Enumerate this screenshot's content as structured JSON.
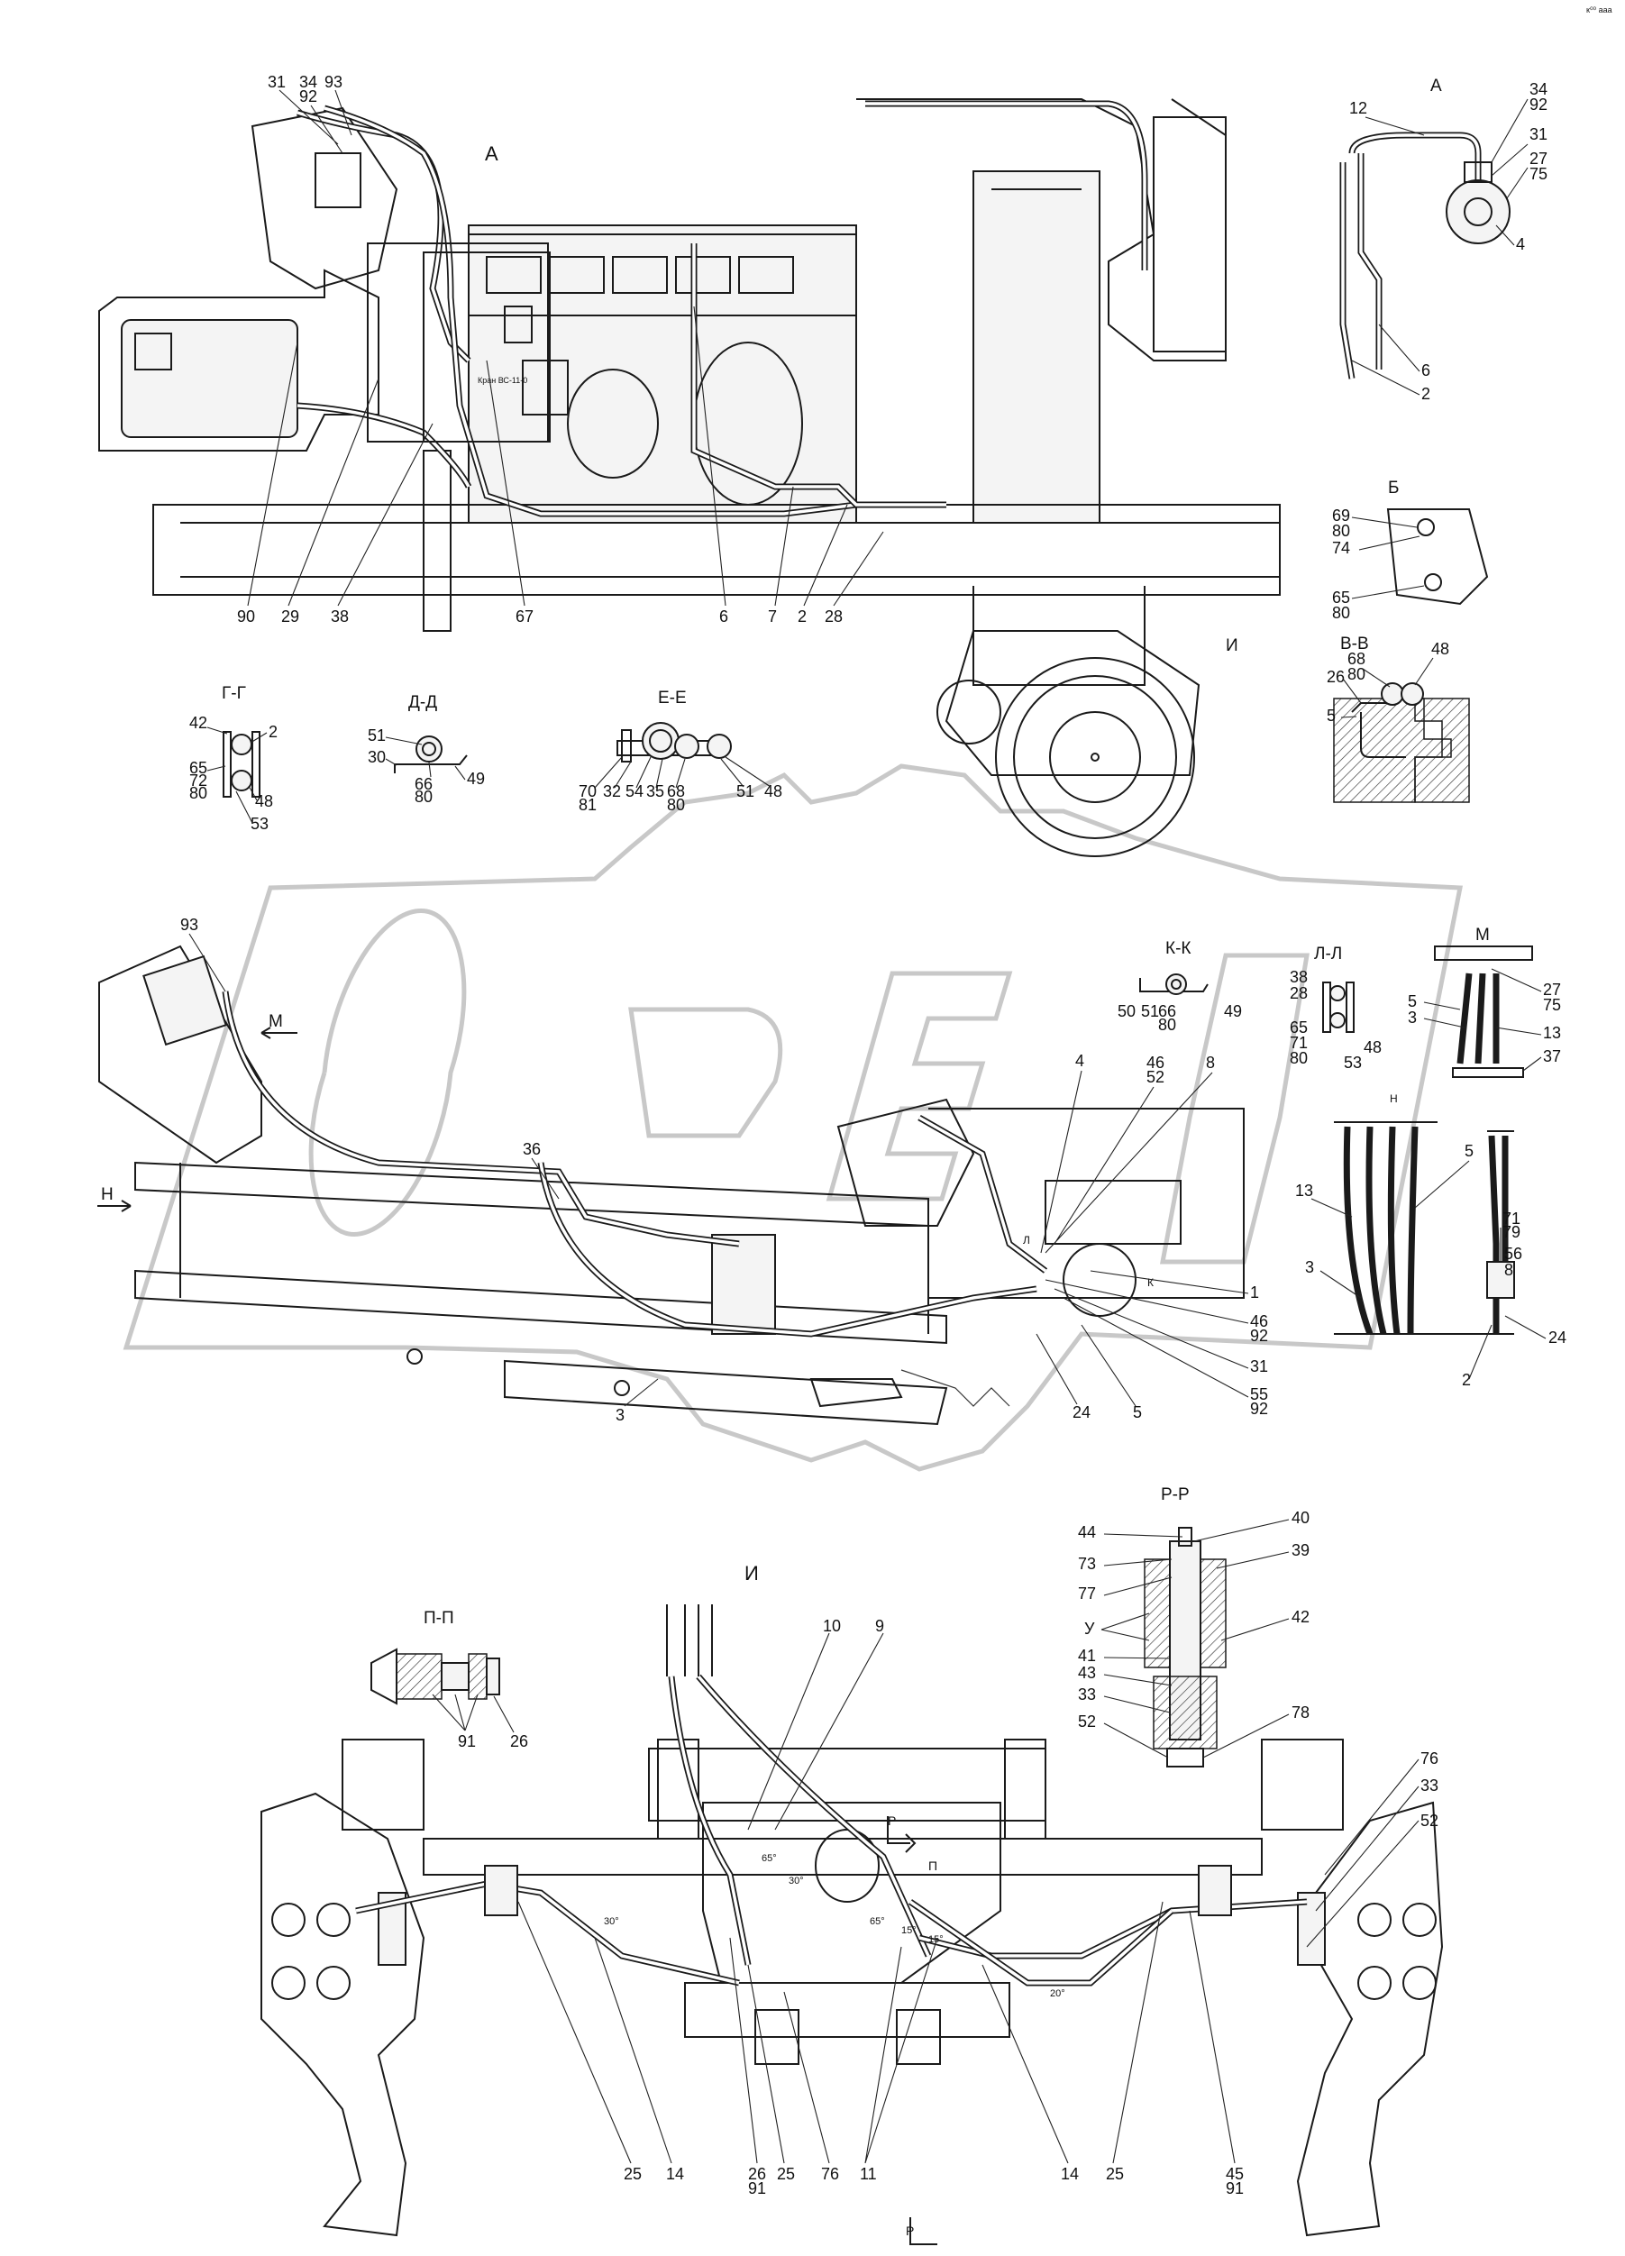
{
  "corner_mark": "к⁰⁰ ааа",
  "views": {
    "A": "А",
    "B": "Б",
    "VV": "В-В",
    "GG": "Г-Г",
    "DD": "Д-Д",
    "EE": "Е-Е",
    "KK": "К-К",
    "LL": "Л-Л",
    "M": "М",
    "N": "Н",
    "I": "И",
    "PP": "П-П",
    "RR": "Р-Р",
    "A_marker": "А",
    "I_marker": "И",
    "M_arrow": "М",
    "N_arrow": "Н",
    "P_marker": "П",
    "R_marker": "Р",
    "L_marker": "Л",
    "K_marker": "К"
  },
  "crane_label": "Кран ВС-11-0",
  "angles": {
    "a65": "65°",
    "a30": "30°",
    "a20": "20°",
    "a15": "15°"
  },
  "top_view": {
    "top_left": [
      "31",
      "34",
      "92",
      "93"
    ],
    "bottom": [
      "90",
      "29",
      "38",
      "67",
      "6",
      "7",
      "2",
      "28"
    ]
  },
  "view_A": [
    "12",
    "34",
    "92",
    "31",
    "27",
    "75",
    "4",
    "6",
    "2"
  ],
  "view_B": [
    "69",
    "80",
    "74",
    "65",
    "80"
  ],
  "view_VV": [
    "68",
    "80",
    "48",
    "26",
    "5"
  ],
  "view_GG": [
    "42",
    "2",
    "65",
    "72",
    "80",
    "48",
    "53"
  ],
  "view_DD": [
    "51",
    "30",
    "66",
    "80",
    "49"
  ],
  "view_EE": [
    "70",
    "81",
    "32",
    "54",
    "35",
    "68",
    "80",
    "51",
    "48"
  ],
  "view_KK": [
    "50",
    "51",
    "66",
    "80",
    "49"
  ],
  "view_LL": [
    "38",
    "28",
    "65",
    "71",
    "80",
    "48",
    "53"
  ],
  "view_M": [
    "5",
    "3",
    "27",
    "75",
    "13",
    "37"
  ],
  "view_N": [
    "5",
    "13",
    "3",
    "71",
    "79",
    "56",
    "8",
    "24",
    "2"
  ],
  "mid_view": [
    "93",
    "36",
    "4",
    "46",
    "52",
    "8",
    "1",
    "46",
    "92",
    "31",
    "55",
    "92",
    "3",
    "24",
    "5"
  ],
  "view_PP": [
    "91",
    "26"
  ],
  "view_RR": [
    "44",
    "73",
    "77",
    "У",
    "41",
    "43",
    "33",
    "52",
    "40",
    "39",
    "42",
    "78"
  ],
  "axle_view": {
    "top": [
      "10",
      "9"
    ],
    "right": [
      "76",
      "33",
      "52"
    ],
    "bottom": [
      "25",
      "14",
      "26",
      "91",
      "25",
      "76",
      "11",
      "14",
      "25",
      "45",
      "91"
    ]
  }
}
